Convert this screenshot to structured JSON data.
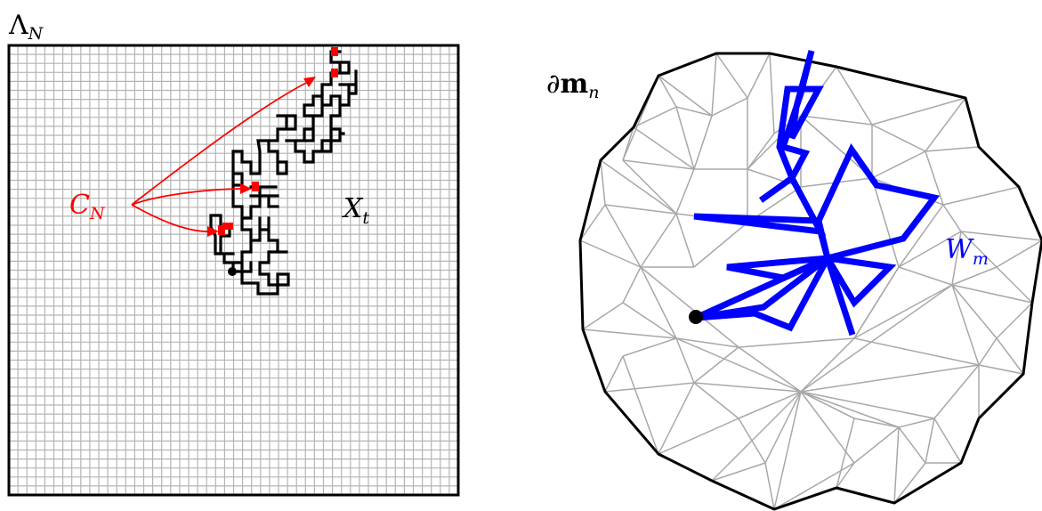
{
  "left_panel": {
    "label_main": "Λ",
    "label_sub": "N",
    "cluster_label_main": "C",
    "cluster_label_sub": "N",
    "walk_label_main": "X",
    "walk_label_sub": "t",
    "colors": {
      "grid": "#b4b4b4",
      "frame": "#000000",
      "walk": "#000000",
      "cluster": "#ff0000"
    }
  },
  "right_panel": {
    "boundary_label_prefix": "∂",
    "boundary_label_main": "m",
    "boundary_label_sub": "n",
    "walk_label_main": "W",
    "walk_label_sub": "m",
    "colors": {
      "mesh": "#a8a8a8",
      "boundary": "#000000",
      "walk": "#0000ff"
    }
  }
}
